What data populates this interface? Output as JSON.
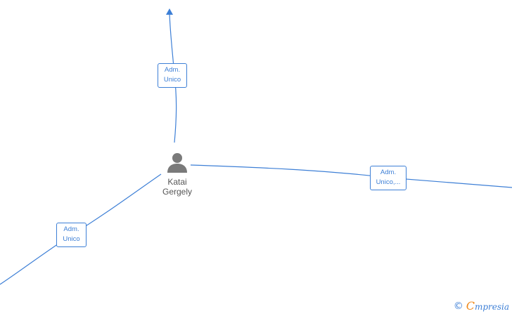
{
  "person": {
    "first_name": "Katai",
    "last_name": "Gergely",
    "icon": "person-icon"
  },
  "edges": {
    "top": {
      "label_line1": "Adm.",
      "label_line2": "Unico"
    },
    "right": {
      "label_line1": "Adm.",
      "label_line2": "Unico,..."
    },
    "left": {
      "label_line1": "Adm.",
      "label_line2": "Unico"
    }
  },
  "footer": {
    "copyright": "©",
    "brand_initial": "C",
    "brand_rest": "mpresia"
  },
  "colors": {
    "edge": "#3d7fd6",
    "person_icon": "#7a7a7a",
    "person_text": "#555555",
    "brand_accent": "#f08a1c"
  }
}
